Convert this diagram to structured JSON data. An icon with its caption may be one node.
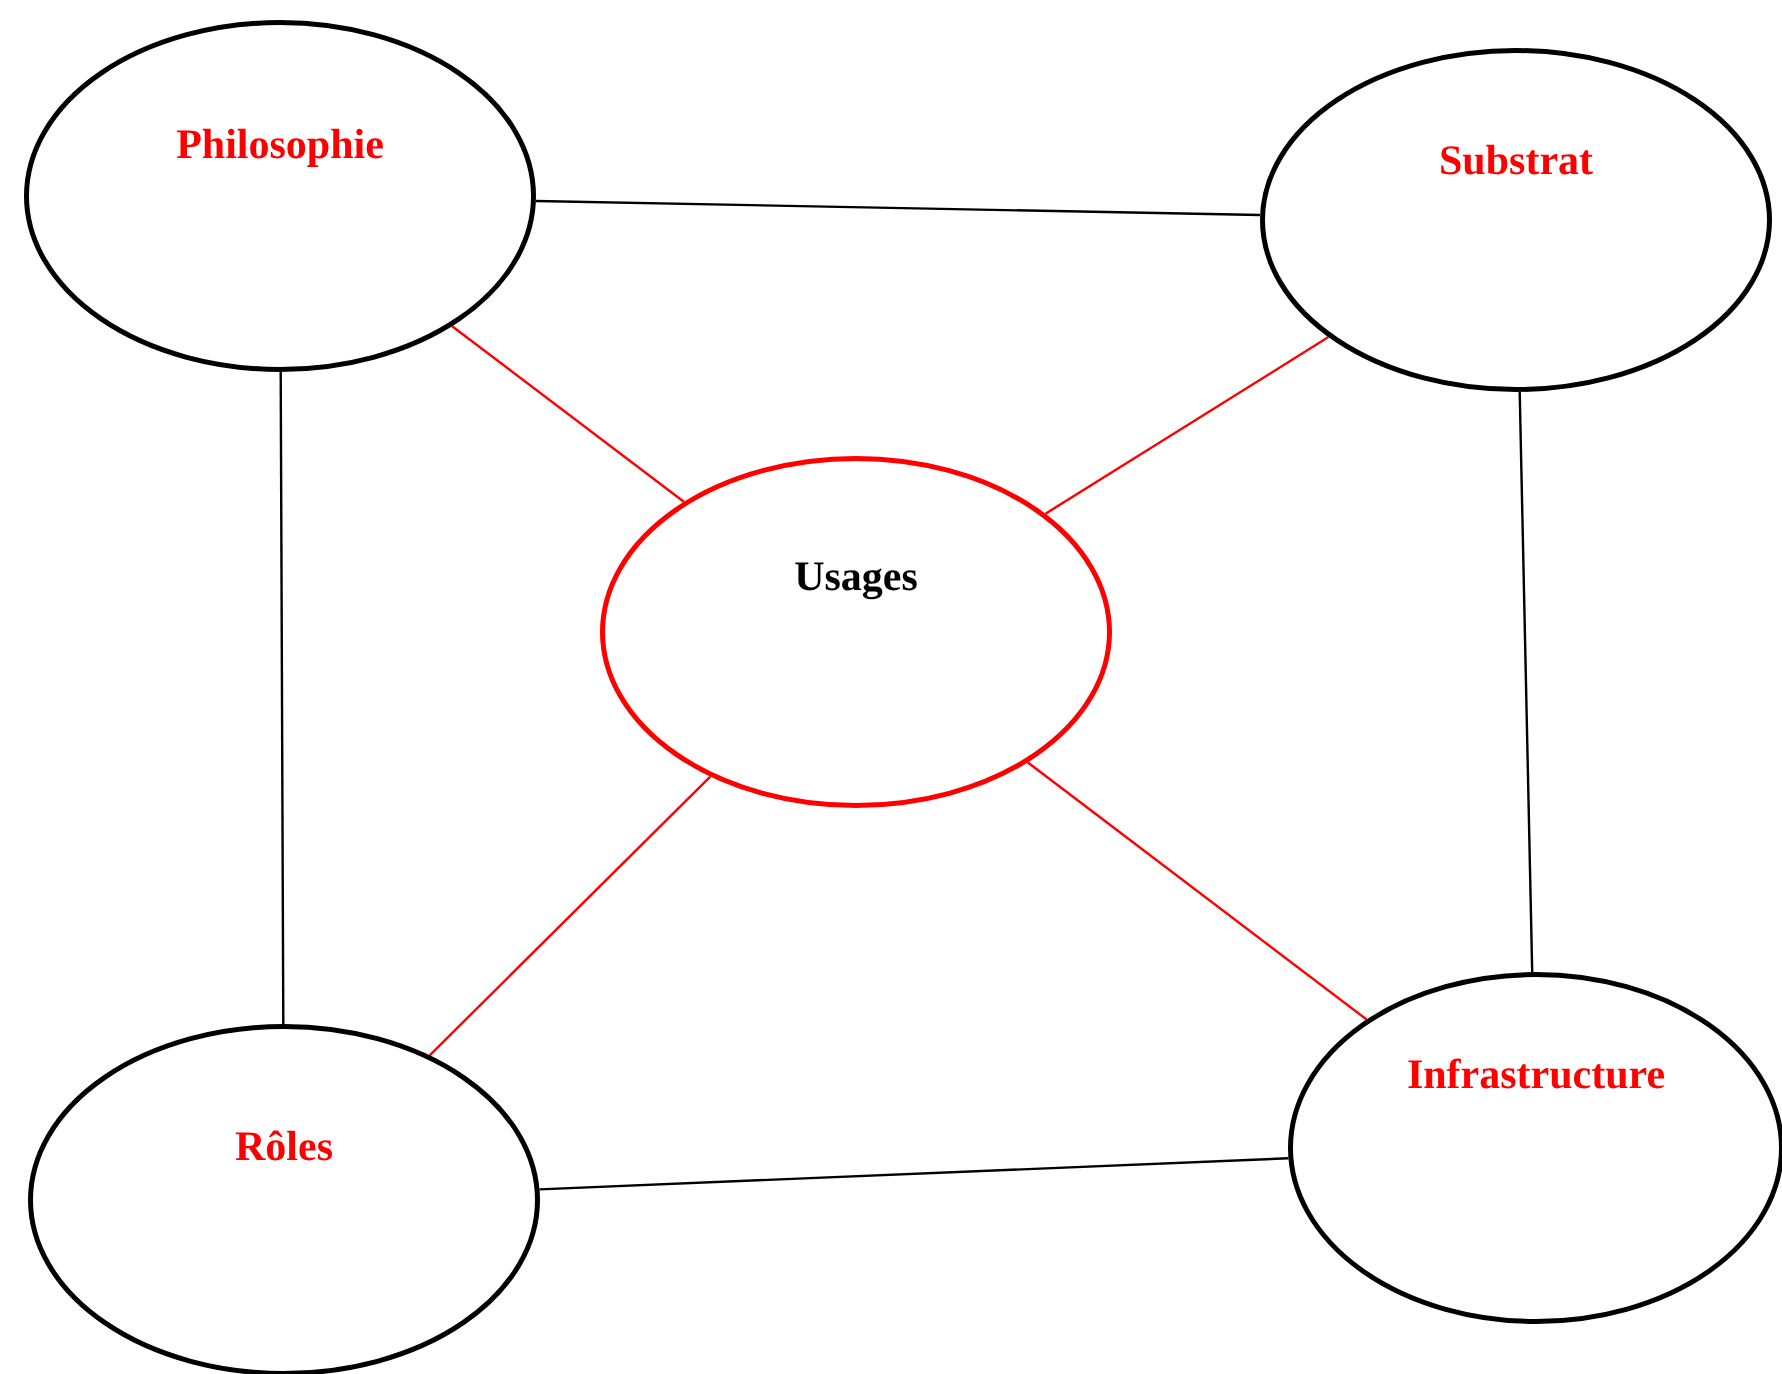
{
  "diagram": {
    "nodes": [
      {
        "text": [
          "Philosophie"
        ]
      },
      {
        "text": [
          "Substrat"
        ]
      },
      {
        "text": [
          "Usages"
        ]
      },
      {
        "text": [
          "Rôles"
        ]
      },
      {
        "text": [
          "Infrastructure"
        ]
      }
    ],
    "edges": [
      {
        "from": 0,
        "to": 1,
        "arrow": "none"
      },
      {
        "from": 0,
        "to": 3,
        "arrow": "none"
      },
      {
        "from": 1,
        "to": 4,
        "arrow": "none"
      },
      {
        "from": 3,
        "to": 4,
        "arrow": "none"
      },
      {
        "from": 2,
        "to": 0,
        "arrow": "none",
        "color": "#ff0000"
      },
      {
        "from": 2,
        "to": 1,
        "arrow": "none",
        "color": "#ff0000"
      },
      {
        "from": 2,
        "to": 3,
        "arrow": "none",
        "color": "#ff0000"
      },
      {
        "from": 2,
        "to": 4,
        "arrow": "none",
        "color": "#ff0000"
      }
    ]
  }
}
